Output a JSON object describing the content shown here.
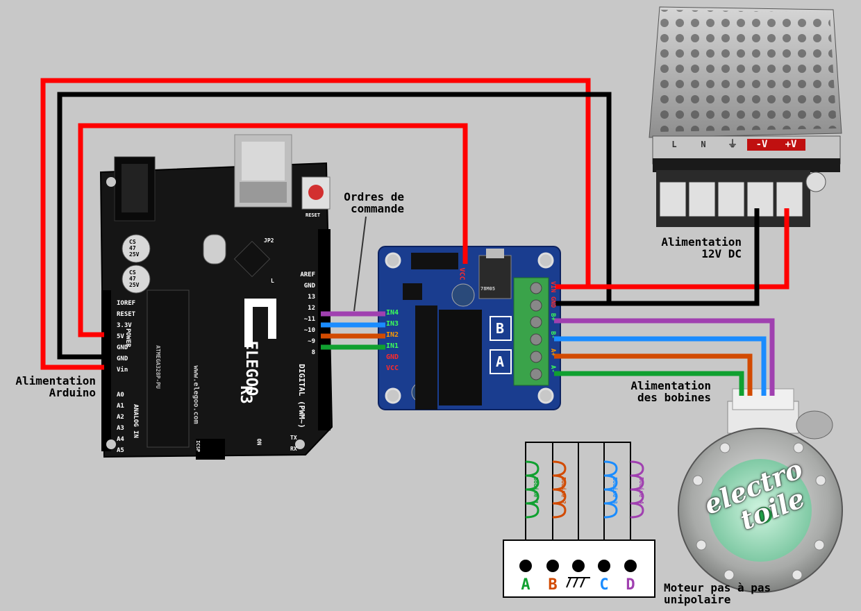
{
  "labels": {
    "commande": [
      "Ordres de",
      "commande"
    ],
    "alim_arduino": [
      "Alimentation",
      "Arduino"
    ],
    "alim_12v": [
      "Alimentation",
      "12V DC"
    ],
    "alim_bobines": [
      "Alimentation",
      "des bobines"
    ],
    "moteur": [
      "Moteur pas à pas",
      "unipolaire"
    ]
  },
  "arduino": {
    "brand": "ELEGOO",
    "model": "R3",
    "url": "www.elegoo.com",
    "chip": "ATMEGA328P-PU",
    "power_pins": [
      "IOREF",
      "RESET",
      "3.3V",
      "5V",
      "GND",
      "GND",
      "Vin"
    ],
    "analog_pins": [
      "A0",
      "A1",
      "A2",
      "A3",
      "A4",
      "A5"
    ],
    "digital_pins": [
      "AREF",
      "GND",
      "13",
      "12",
      "~11",
      "~10",
      "~9",
      "8"
    ],
    "power_label": "POWER",
    "analog_label": "ANALOG IN",
    "digital_label": "DIGITAL (PWM~)",
    "cap1": [
      "CS",
      "47",
      "25V"
    ],
    "cap2": [
      "CS",
      "47",
      "25V"
    ],
    "reset_label": "RESET",
    "icsp_label": "ICSP",
    "on_label": "ON",
    "tx_label": "TX",
    "rx_label": "RX",
    "jp_label": "JP2",
    "l_label": "L"
  },
  "driver": {
    "inputs": [
      "IN4",
      "IN3",
      "IN2",
      "IN1",
      "GND",
      "VCC"
    ],
    "outputs": [
      "VIN",
      "GND",
      "B+",
      "B-",
      "A+",
      "A-"
    ],
    "vcc_top": "VCC",
    "regulator": "78M05",
    "coil_b": "B",
    "coil_a": "A"
  },
  "psu": {
    "terminals": [
      "L",
      "N",
      "⏚",
      "-V",
      "+V"
    ]
  },
  "schematic": {
    "coils": [
      "Bobine 1",
      "Bobine 2",
      "Bobine 3",
      "Bobine 4"
    ],
    "pins": [
      "A",
      "B",
      "C",
      "D"
    ]
  },
  "motor": {
    "watermark": [
      "electro",
      "toile"
    ]
  },
  "colors": {
    "red": "#ff0000",
    "black": "#000000",
    "purple": "#a040b0",
    "blue": "#1a8cff",
    "orange": "#d24a00",
    "green": "#10a030",
    "pcb_black": "#1a1a1a",
    "pcb_blue": "#1a3d8f",
    "background": "#c8c8c8"
  }
}
